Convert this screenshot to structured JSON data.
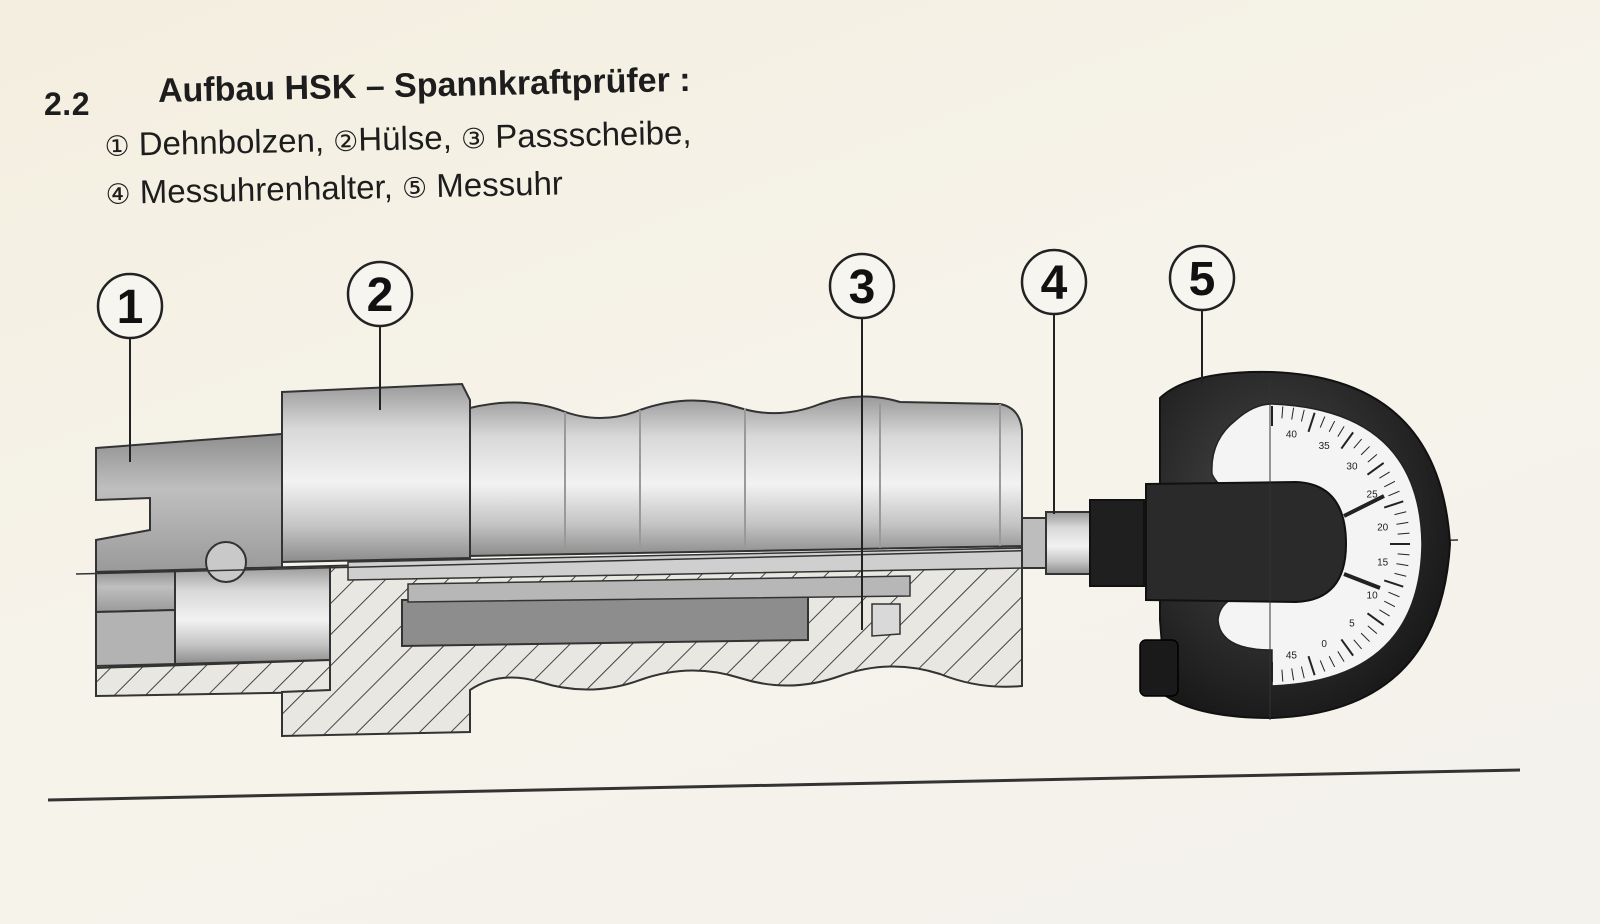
{
  "section": {
    "number": "2.2",
    "title": "Aufbau HSK – Spannkraftprüfer :"
  },
  "legend": {
    "line1": [
      {
        "mark": "①",
        "text": " Dehnbolzen, "
      },
      {
        "mark": "②",
        "text": "Hülse, "
      },
      {
        "mark": "③",
        "text": " Passscheibe,"
      }
    ],
    "line2": [
      {
        "mark": "④",
        "text": " Messuhrenhalter, "
      },
      {
        "mark": "⑤",
        "text": " Messuhr"
      }
    ]
  },
  "callouts": [
    "1",
    "2",
    "3",
    "4",
    "5"
  ],
  "gauge_ticks": [
    "40",
    "35",
    "30",
    "25",
    "20",
    "15",
    "10",
    "5",
    "0",
    "45"
  ]
}
